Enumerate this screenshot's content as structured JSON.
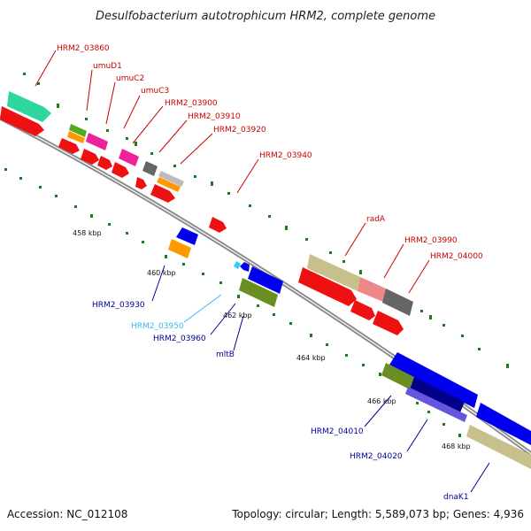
{
  "title": "Desulfobacterium autotrophicum HRM2, complete genome",
  "footer": {
    "accession": "Accession: NC_012108",
    "topology": "Topology: circular; Length: 5,589,073 bp; Genes: 4,936"
  },
  "colors": {
    "backbone": "#8a8a8a",
    "tick": "#1e7a1e",
    "label_forward": "#cc0000",
    "label_reverse": "#000099",
    "label_cyan": "#33bbee"
  },
  "ticks": [
    "458 kbp",
    "460 kbp",
    "462 kbp",
    "464 kbp",
    "466 kbp",
    "468 kbp"
  ],
  "genes": [
    {
      "name": "HRM2_03860"
    },
    {
      "name": "umuD1"
    },
    {
      "name": "umuC2"
    },
    {
      "name": "umuC3"
    },
    {
      "name": "HRM2_03900"
    },
    {
      "name": "HRM2_03910"
    },
    {
      "name": "HRM2_03920"
    },
    {
      "name": "HRM2_03940"
    },
    {
      "name": "radA"
    },
    {
      "name": "HRM2_03990"
    },
    {
      "name": "HRM2_04000"
    },
    {
      "name": "HRM2_03930"
    },
    {
      "name": "HRM2_03950"
    },
    {
      "name": "HRM2_03960"
    },
    {
      "name": "mltB"
    },
    {
      "name": "HRM2_04010"
    },
    {
      "name": "HRM2_04020"
    },
    {
      "name": "dnaK1"
    }
  ]
}
